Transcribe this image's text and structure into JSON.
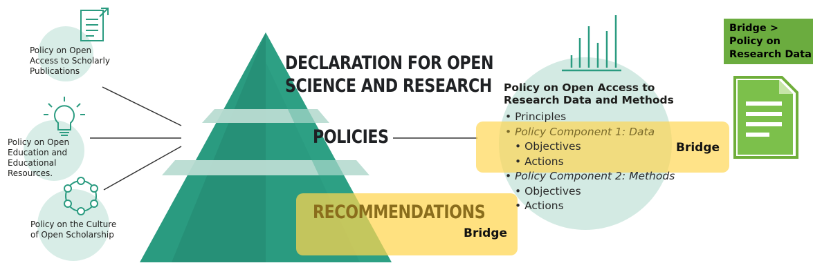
{
  "left_policies": [
    {
      "lines": [
        "Policy on Open",
        "Access to Scholarly",
        "Publications"
      ],
      "icon": "document-icon"
    },
    {
      "lines": [
        "Policy on Open",
        "Education and",
        "Educational",
        "Resources."
      ],
      "icon": "lightbulb-icon"
    },
    {
      "lines": [
        "Policy on the Culture",
        "of Open Scholarship"
      ],
      "icon": "network-icon"
    }
  ],
  "pyramid": {
    "declaration": [
      "DECLARATION FOR OPEN",
      "SCIENCE AND RESEARCH"
    ],
    "policies": "POLICIES",
    "recommendations": "RECOMMENDATIONS"
  },
  "bridge_labels": {
    "recommendations": "Bridge",
    "policy_component": "Bridge"
  },
  "research_data_policy": {
    "title": [
      "Policy on Open Access to",
      "Research Data and Methods"
    ],
    "items": [
      {
        "text": "Principles",
        "italic": false,
        "indent": 0
      },
      {
        "text": "Policy Component 1: Data",
        "italic": true,
        "indent": 0
      },
      {
        "text": "Objectives",
        "italic": false,
        "indent": 1
      },
      {
        "text": "Actions",
        "italic": false,
        "indent": 1
      },
      {
        "text": "Policy Component 2: Methods",
        "italic": true,
        "indent": 0
      },
      {
        "text": "Objectives",
        "italic": false,
        "indent": 1
      },
      {
        "text": "Actions",
        "italic": false,
        "indent": 1
      }
    ],
    "icon": "bar-chart-icon"
  },
  "bridge_box": {
    "lines": [
      "Bridge >",
      "Policy on",
      "Research Data"
    ]
  },
  "colors": {
    "teal_dark": "#2a9b80",
    "teal_mid": "#279a7f",
    "teal_light": "#b9dcd2",
    "circle": "#d5ebe5",
    "highlight": "#ffd54f",
    "green_box": "#6bac3f",
    "doc_green": "#7cc04b"
  }
}
